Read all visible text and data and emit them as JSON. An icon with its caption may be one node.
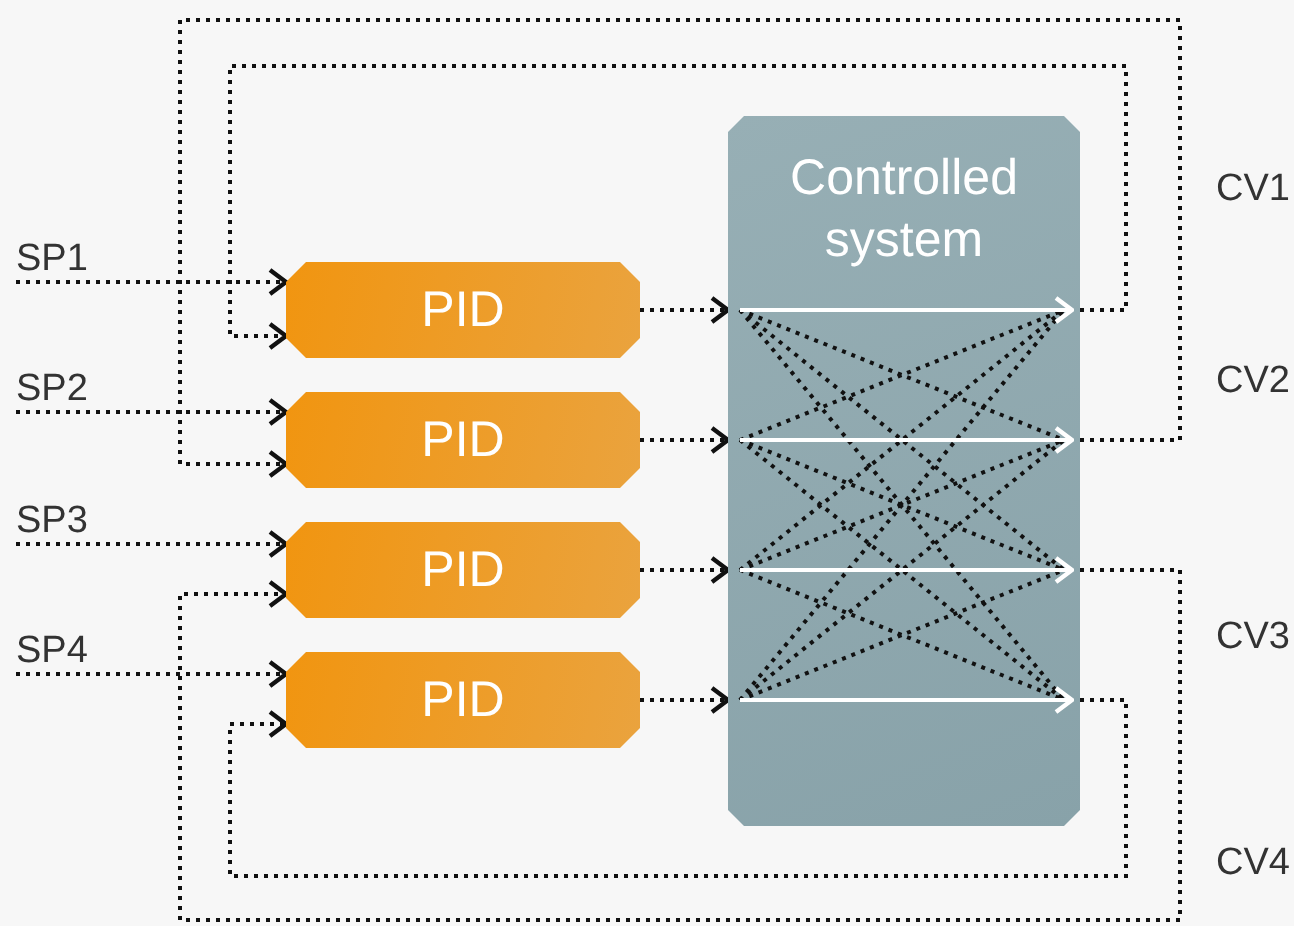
{
  "diagram": {
    "nodes": [
      {
        "text": [
          "SP1"
        ]
      },
      {
        "text": [
          "SP2"
        ]
      },
      {
        "text": [
          "SP3"
        ]
      },
      {
        "text": [
          "SP4"
        ]
      },
      {
        "text": [
          "PID"
        ]
      },
      {
        "text": [
          "PID"
        ]
      },
      {
        "text": [
          "PID"
        ]
      },
      {
        "text": [
          "PID"
        ]
      },
      {
        "text": [
          "Controlled system"
        ]
      }
    ],
    "edges": [
      {
        "from": 0,
        "to": 4,
        "arrow": "to"
      },
      {
        "from": 1,
        "to": 5,
        "arrow": "to"
      },
      {
        "from": 2,
        "to": 6,
        "arrow": "to"
      },
      {
        "from": 3,
        "to": 7,
        "arrow": "to"
      },
      {
        "from": 4,
        "to": 8,
        "arrow": "to"
      },
      {
        "from": 5,
        "to": 8,
        "arrow": "to"
      },
      {
        "from": 6,
        "to": 8,
        "arrow": "to"
      },
      {
        "from": 7,
        "to": 8,
        "arrow": "to"
      },
      {
        "from": 8,
        "to": 4,
        "arrow": "to"
      },
      {
        "from": 8,
        "to": 5,
        "arrow": "to"
      },
      {
        "from": 8,
        "to": 6,
        "arrow": "to"
      },
      {
        "from": 8,
        "to": 7,
        "arrow": "to"
      }
    ],
    "labels": [
      "CV1",
      "CV2",
      "CV3",
      "CV4"
    ]
  }
}
